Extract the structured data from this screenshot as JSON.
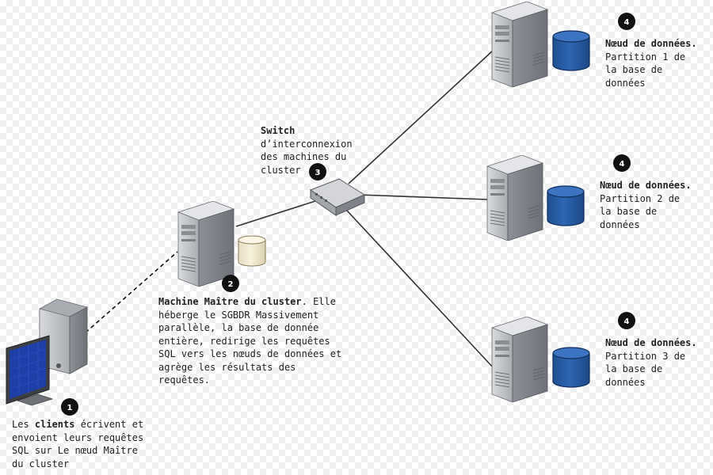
{
  "badges": {
    "client": "1",
    "master": "2",
    "switch": "3",
    "node1": "4",
    "node2": "4",
    "node3": "4"
  },
  "captions": {
    "switch": {
      "title": "Switch",
      "text": "d’interconnexion\ndes machines du\ncluster"
    },
    "master": {
      "title": "Machine Maître du cluster",
      "text": ". Elle\nhéberge le SGBDR Massivement\nparallèle, la base de donnée\nentière, redirige les requêtes\nSQL vers les nœuds de données et\nagrège les résultats des\nrequêtes."
    },
    "client": {
      "pre": "Les ",
      "title": "clients",
      "text": " écrivent et\nenvoient leurs requêtes\nSQL sur Le nœud Maître\ndu cluster"
    },
    "node1": {
      "title": "Nœud de données.",
      "text": "Partition 1 de\nla base de\ndonnées"
    },
    "node2": {
      "title": "Nœud de données.",
      "text": "Partition 2 de\nla base de\ndonnées"
    },
    "node3": {
      "title": "Nœud de données.",
      "text": "Partition 3 de\nla base de\ndonnées"
    }
  },
  "colors": {
    "database_nodes": "#2a5aa0",
    "database_master": "#f3ecd6",
    "badge": "#111111",
    "server_body": "#b5b8bd",
    "monitor_screen": "#1f3fa8"
  },
  "icons": {
    "client": "desktop-computer-icon",
    "master": "server-tower-icon",
    "switch": "network-switch-icon",
    "nodes": "server-tower-icon",
    "databases": "database-cylinder-icon"
  }
}
